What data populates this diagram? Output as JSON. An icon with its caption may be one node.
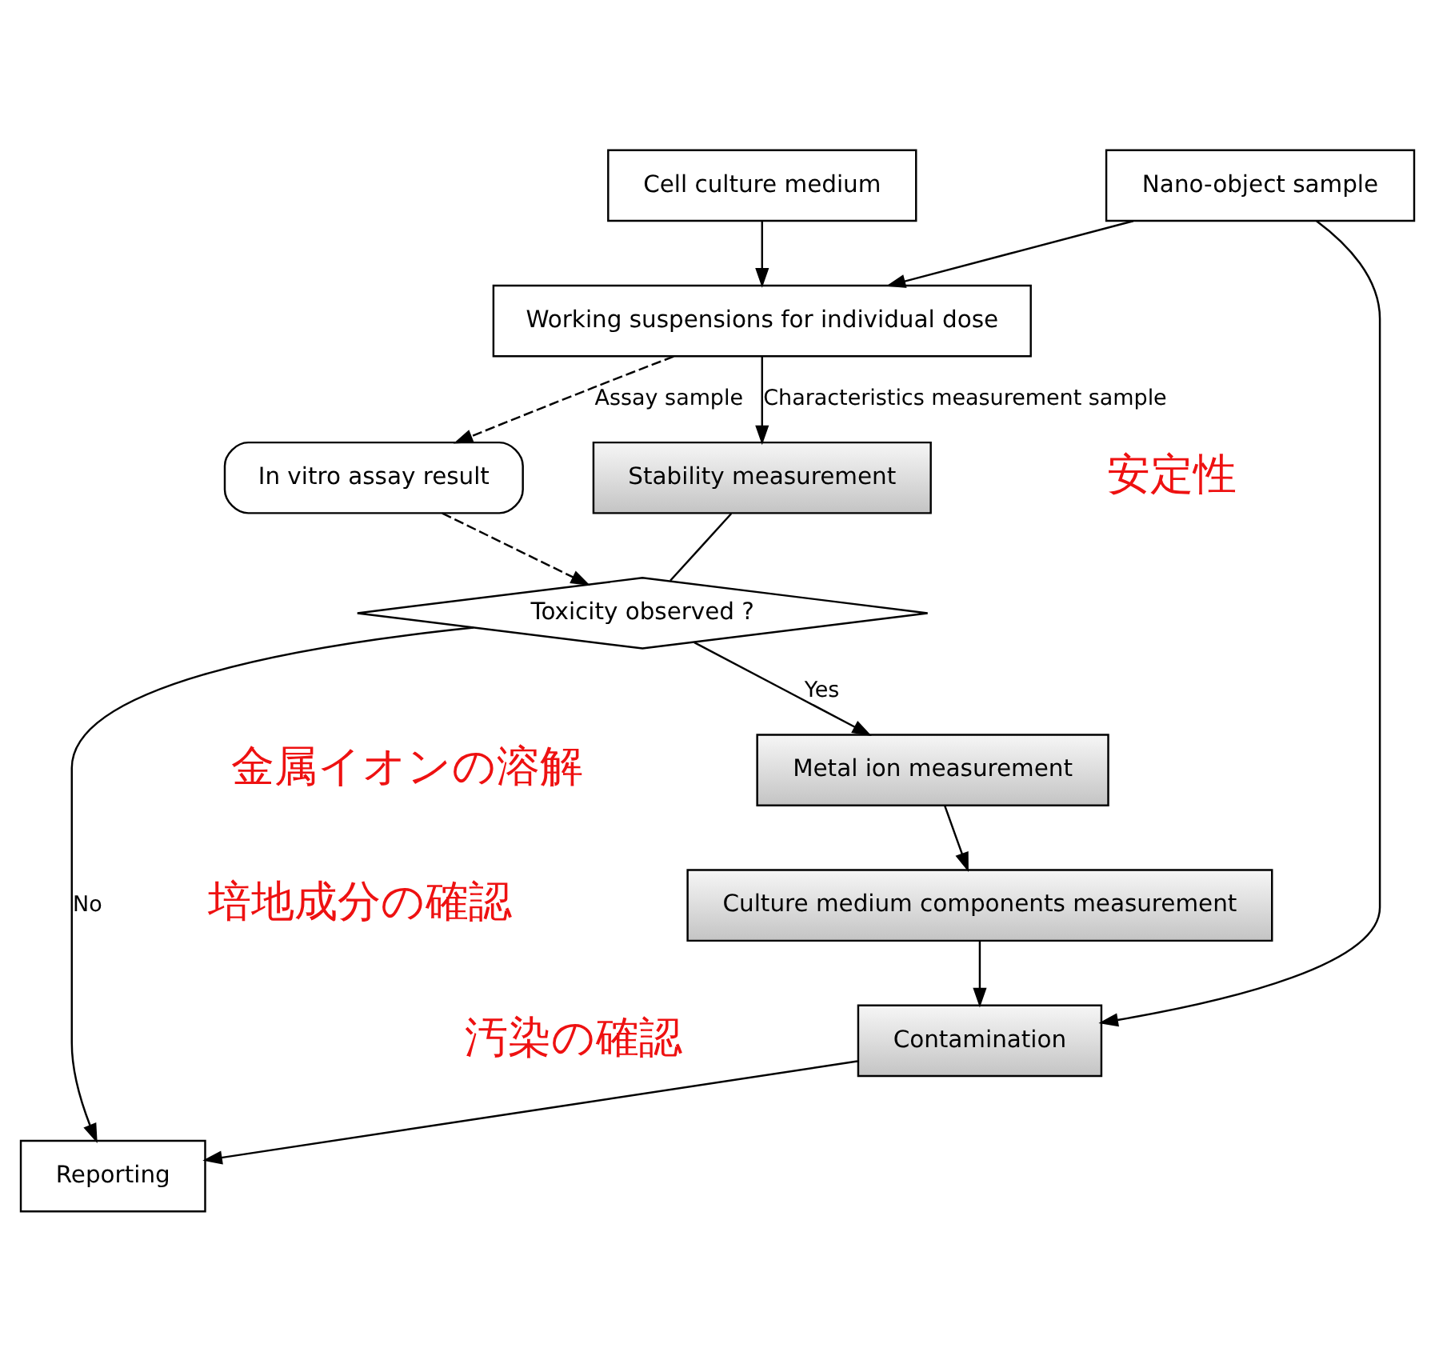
{
  "diagram": {
    "nodes": [
      {
        "text": [
          "Cell culture medium"
        ]
      },
      {
        "text": [
          "Nano-object sample"
        ]
      },
      {
        "text": [
          "Working suspensions for individual dose"
        ]
      },
      {
        "text": [
          "Stability measurement"
        ]
      },
      {
        "text": [
          "In vitro assay result"
        ]
      },
      {
        "text": [
          "Toxicity observed ?"
        ]
      },
      {
        "text": [
          "Metal ion measurement"
        ]
      },
      {
        "text": [
          "Culture medium components measurement"
        ]
      },
      {
        "text": [
          "Contamination"
        ]
      },
      {
        "text": [
          "Reporting"
        ]
      }
    ],
    "edges": [
      {
        "from": 0,
        "to": 2,
        "arrow": "to"
      },
      {
        "from": 1,
        "to": 2,
        "arrow": "to"
      },
      {
        "from": 2,
        "to": 4,
        "arrow": "to",
        "style": "dashed",
        "label": "Assay sample"
      },
      {
        "from": 2,
        "to": 3,
        "arrow": "to",
        "label": "Characteristics measurement sample"
      },
      {
        "from": 3,
        "to": 5,
        "arrow": "none"
      },
      {
        "from": 4,
        "to": 5,
        "arrow": "to",
        "style": "dashed"
      },
      {
        "from": 5,
        "to": 6,
        "arrow": "to",
        "label": "Yes"
      },
      {
        "from": 6,
        "to": 7,
        "arrow": "to"
      },
      {
        "from": 7,
        "to": 8,
        "arrow": "to"
      },
      {
        "from": 8,
        "to": 9,
        "arrow": "to"
      },
      {
        "from": 1,
        "to": 8,
        "arrow": "to"
      },
      {
        "from": 5,
        "to": 9,
        "arrow": "to",
        "label": "No"
      }
    ],
    "labels": [
      "安定性",
      "金属イオンの溶解",
      "培地成分の確認",
      "汚染の確認"
    ]
  }
}
